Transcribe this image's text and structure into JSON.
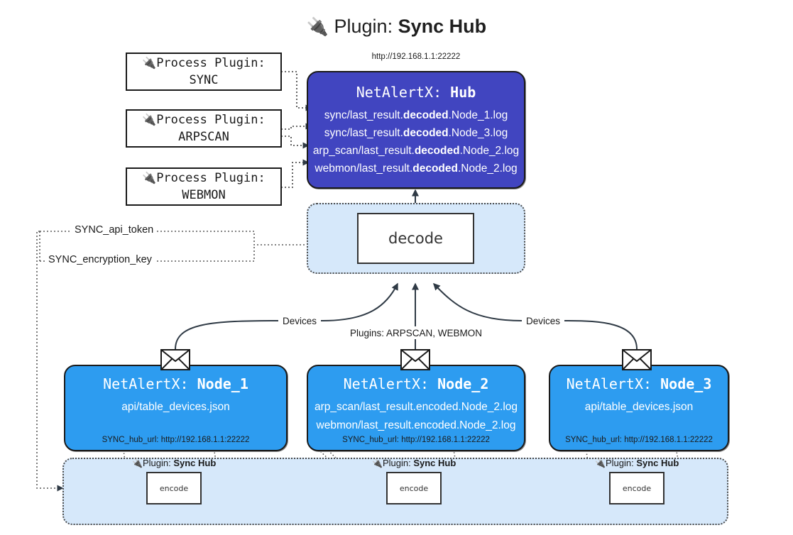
{
  "page": {
    "title_icon": "plug-icon",
    "title_prefix": "Plugin:",
    "title_name": "Sync Hub"
  },
  "process_plugins": [
    {
      "icon": "plug-icon",
      "line1": "Process Plugin:",
      "line2": "SYNC"
    },
    {
      "icon": "plug-icon",
      "line1": "Process Plugin:",
      "line2": "ARPSCAN"
    },
    {
      "icon": "plug-icon",
      "line1": "Process Plugin:",
      "line2": "WEBMON"
    }
  ],
  "hub": {
    "url": "http://192.168.1.1:22222",
    "title_prefix": "NetAlertX:",
    "title_name": "Hub",
    "color": "#4145c0",
    "logs": [
      {
        "pre": "sync/last_result.",
        "mid": "decoded",
        "post": ".Node_1.log"
      },
      {
        "pre": "sync/last_result.",
        "mid": "decoded",
        "post": ".Node_3.log"
      },
      {
        "pre": "arp_scan/last_result.",
        "mid": "decoded",
        "post": ".Node_2.log"
      },
      {
        "pre": "webmon/last_result.",
        "mid": "decoded",
        "post": ".Node_2.log"
      }
    ]
  },
  "decode": {
    "label": "decode",
    "container_color": "#d6e8fa"
  },
  "env_labels": [
    {
      "text": "SYNC_api_token"
    },
    {
      "text": "SYNC_encryption_key"
    }
  ],
  "edge_labels": {
    "left_devices": "Devices",
    "right_devices": "Devices",
    "center_plugins": "Plugins: ARPSCAN, WEBMON"
  },
  "nodes": [
    {
      "title_prefix": "NetAlertX:",
      "title_name": "Node_1",
      "color": "#2d9cf0",
      "lines": [
        "api/table_devices.json"
      ],
      "footer": "SYNC_hub_url: http://192.168.1.1:22222",
      "icon": "envelope-icon"
    },
    {
      "title_prefix": "NetAlertX:",
      "title_name": "Node_2",
      "color": "#2d9cf0",
      "lines": [
        "arp_scan/last_result.encoded.Node_2.log",
        "webmon/last_result.encoded.Node_2.log"
      ],
      "footer": "SYNC_hub_url: http://192.168.1.1:22222",
      "icon": "envelope-icon"
    },
    {
      "title_prefix": "NetAlertX:",
      "title_name": "Node_3",
      "color": "#2d9cf0",
      "lines": [
        "api/table_devices.json"
      ],
      "footer": "SYNC_hub_url: http://192.168.1.1:22222",
      "icon": "envelope-icon"
    }
  ],
  "encoders": [
    {
      "caption_icon": "plug-icon",
      "caption_prefix": "Plugin:",
      "caption_name": "Sync Hub",
      "label": "encode"
    },
    {
      "caption_icon": "plug-icon",
      "caption_prefix": "Plugin:",
      "caption_name": "Sync Hub",
      "label": "encode"
    },
    {
      "caption_icon": "plug-icon",
      "caption_prefix": "Plugin:",
      "caption_name": "Sync Hub",
      "label": "encode"
    }
  ]
}
